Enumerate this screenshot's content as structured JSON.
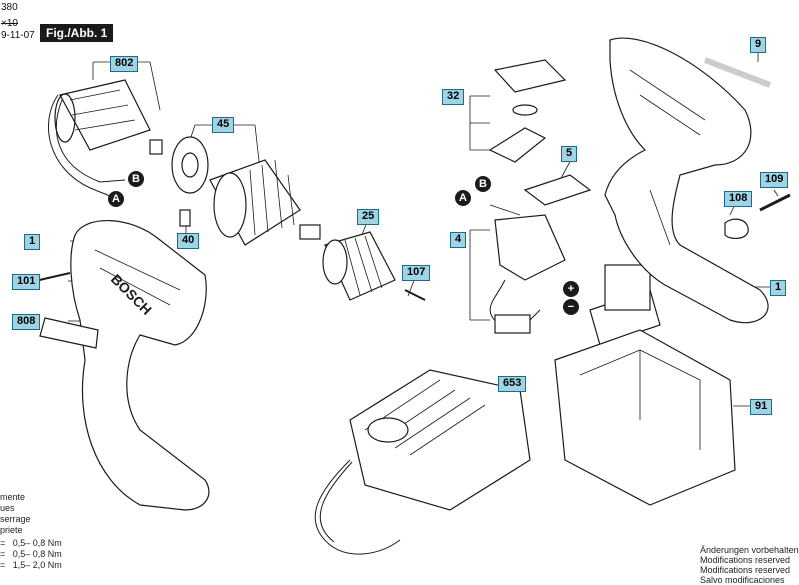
{
  "header": {
    "doc_number": "380",
    "crossed_code": "×10",
    "date": "9-11-07",
    "figure_label": "Fig./Abb. 1"
  },
  "callouts": {
    "c802": "802",
    "c45": "45",
    "c1_left": "1",
    "c101": "101",
    "c808": "808",
    "c40": "40",
    "c25": "25",
    "c107": "107",
    "c32": "32",
    "c5": "5",
    "c4": "4",
    "c653": "653",
    "c9": "9",
    "c108": "108",
    "c109": "109",
    "c1_right": "1",
    "c91": "91"
  },
  "markers": {
    "a1": "A",
    "b1": "B",
    "a2": "A",
    "b2": "B",
    "plus": "+",
    "minus": "−"
  },
  "brand_on_housing": "BOSCH",
  "side_text": {
    "l1": "mente",
    "l2": "ues",
    "l3": "serrage",
    "l4": "priete",
    "t1": "=   0,5– 0,8 Nm",
    "t2": "=   0,5– 0,8 Nm",
    "t3": "=   1,5– 2,0 Nm"
  },
  "footer": {
    "l1": "Änderungen vorbehalten",
    "l2": "Modifications reserved",
    "l3": "Modifications reserved",
    "l4": "Salvo modificaciones"
  },
  "colors": {
    "callout_fill": "#9fd3e6",
    "callout_border": "#1f6b86",
    "ink": "#1b1b1b"
  }
}
